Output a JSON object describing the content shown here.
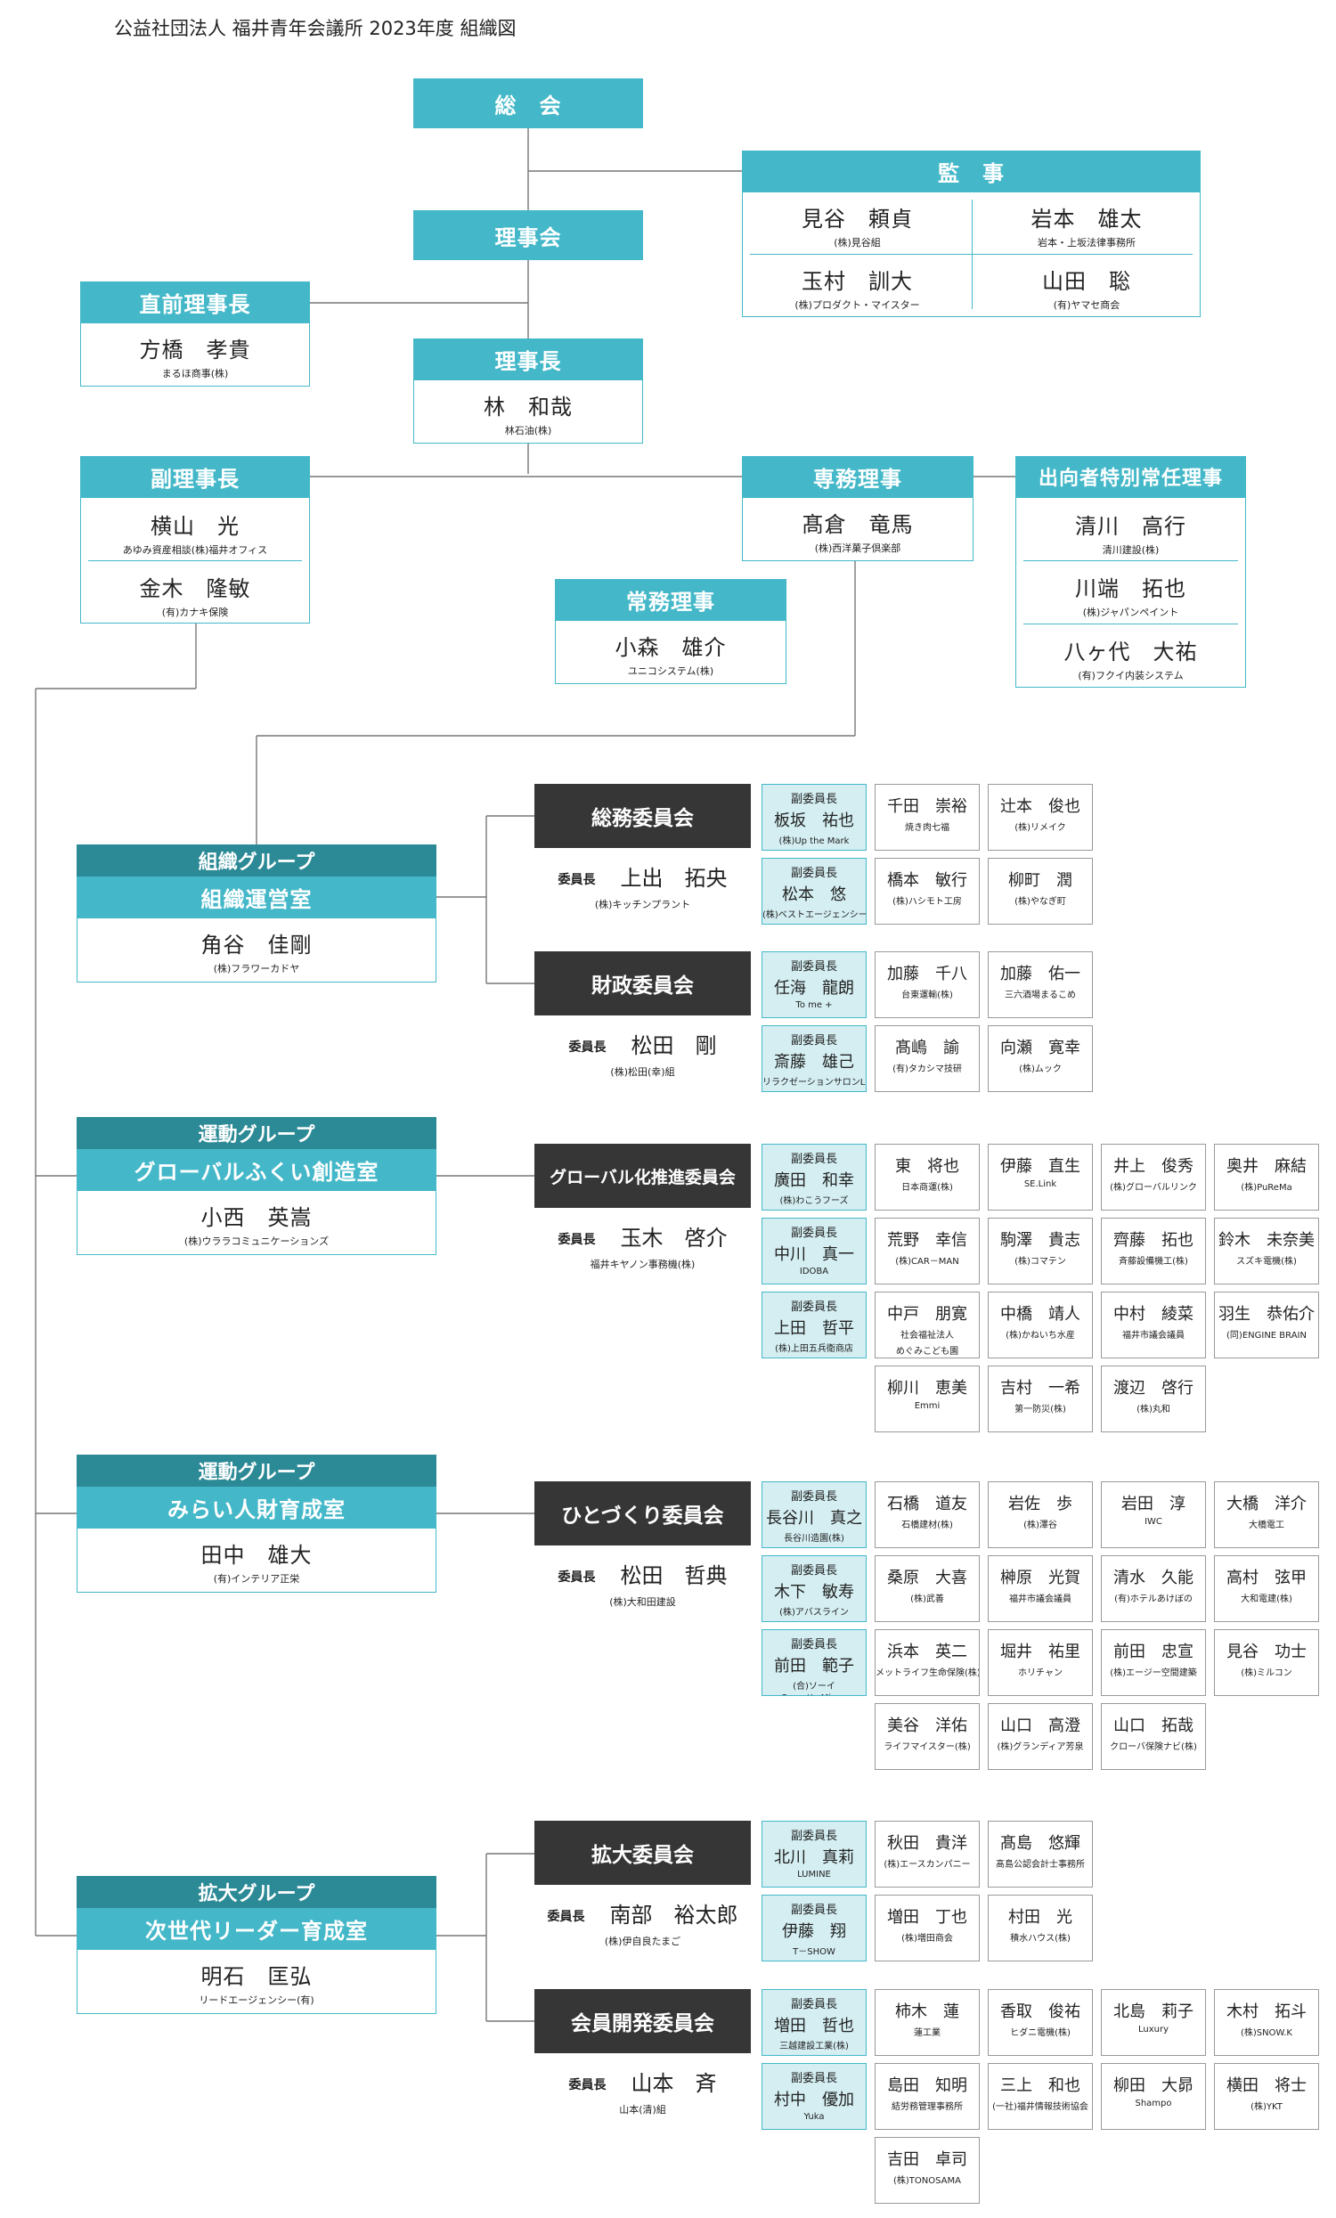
{
  "title": "公益社団法人 福井青年会議所 2023年度 組織図",
  "soukai": "総　会",
  "rijikai": "理事会",
  "kansa": {
    "label": "監　事",
    "members": [
      {
        "name": "見谷　頼貞",
        "company": "(株)見谷組"
      },
      {
        "name": "岩本　雄太",
        "company": "岩本・上坂法律事務所"
      },
      {
        "name": "玉村　訓大",
        "company": "(株)プロダクト・マイスター"
      },
      {
        "name": "山田　聡",
        "company": "(有)ヤマセ商会"
      }
    ]
  },
  "chokuzen": {
    "label": "直前理事長",
    "name": "方橋　孝貴",
    "company": "まるほ商事(株)"
  },
  "rijicho": {
    "label": "理事長",
    "name": "林　和哉",
    "company": "林石油(株)"
  },
  "fuku": {
    "label": "副理事長",
    "members": [
      {
        "name": "横山　光",
        "company": "あゆみ資産相談(株)福井オフィス"
      },
      {
        "name": "金木　隆敏",
        "company": "(有)カナキ保険"
      }
    ]
  },
  "senmu": {
    "label": "専務理事",
    "name": "髙倉　竜馬",
    "company": "(株)西洋菓子倶楽部"
  },
  "shukko": {
    "label": "出向者特別常任理事",
    "members": [
      {
        "name": "清川　高行",
        "company": "清川建設(株)"
      },
      {
        "name": "川端　拓也",
        "company": "(株)ジャパンペイント"
      },
      {
        "name": "八ヶ代　大祐",
        "company": "(有)フクイ内装システム"
      }
    ]
  },
  "jomu": {
    "label": "常務理事",
    "name": "小森　雄介",
    "company": "ユニコシステム(株)"
  },
  "chair_label": "委員長",
  "vice_label": "副委員長",
  "groups": [
    {
      "group": "組織グループ",
      "room": "組織運営室",
      "name": "角谷　佳剛",
      "company": "(株)フラワーカドヤ"
    },
    {
      "group": "運動グループ",
      "room": "グローバルふくい創造室",
      "name": "小西　英嵩",
      "company": "(株)ウララコミュニケーションズ"
    },
    {
      "group": "運動グループ",
      "room": "みらい人財育成室",
      "name": "田中　雄大",
      "company": "(有)インテリア正栄"
    },
    {
      "group": "拡大グループ",
      "room": "次世代リーダー育成室",
      "name": "明石　匡弘",
      "company": "リードエージェンシー(有)"
    }
  ],
  "committees": [
    {
      "title": "総務委員会",
      "chair": "上出　拓央",
      "chair_company": "(株)キッチンプラント",
      "vices": [
        {
          "name": "板坂　祐也",
          "company": "(株)Up the Mark"
        },
        {
          "name": "松本　悠",
          "company": "(株)ベストエージェンシー"
        }
      ],
      "members": [
        {
          "name": "千田　崇裕",
          "company": "焼き肉七福"
        },
        {
          "name": "辻本　俊也",
          "company": "(株)リメイク"
        },
        {
          "name": "橋本　敏行",
          "company": "(株)ハシモト工房"
        },
        {
          "name": "柳町　潤",
          "company": "(株)やなぎ町"
        }
      ]
    },
    {
      "title": "財政委員会",
      "chair": "松田　剛",
      "chair_company": "(株)松田(幸)組",
      "vices": [
        {
          "name": "任海　龍朗",
          "company": "To me +"
        },
        {
          "name": "斎藤　雄己",
          "company": "リラクゼーションサロンLAXA"
        }
      ],
      "members": [
        {
          "name": "加藤　千八",
          "company": "台東運輸(株)"
        },
        {
          "name": "加藤　佑一",
          "company": "三六酒場まるこめ"
        },
        {
          "name": "髙嶋　諭",
          "company": "(有)タカシマ技研"
        },
        {
          "name": "向瀬　寛幸",
          "company": "(株)ムック"
        }
      ]
    },
    {
      "title": "グローバル化推進委員会",
      "chair": "玉木　啓介",
      "chair_company": "福井キヤノン事務機(株)",
      "vices": [
        {
          "name": "廣田　和幸",
          "company": "(株)わこうフーズ"
        },
        {
          "name": "中川　真一",
          "company": "IDOBA"
        },
        {
          "name": "上田　哲平",
          "company": "(株)上田五兵衛商店"
        }
      ],
      "members": [
        {
          "name": "東　将也",
          "company": "日本商運(株)"
        },
        {
          "name": "伊藤　直生",
          "company": "SE.Link"
        },
        {
          "name": "井上　俊秀",
          "company": "(株)グローバルリンク"
        },
        {
          "name": "奥井　麻結",
          "company": "(株)PuReMa"
        },
        {
          "name": "荒野　幸信",
          "company": "(株)CAR－MAN"
        },
        {
          "name": "駒澤　貴志",
          "company": "(株)コマテン"
        },
        {
          "name": "齊藤　拓也",
          "company": "斉藤設備機工(株)"
        },
        {
          "name": "鈴木　未奈美",
          "company": "スズキ電機(株)"
        },
        {
          "name": "中戸　朋寛",
          "company": "社会福祉法人",
          "company2": "めぐみこども園"
        },
        {
          "name": "中橋　靖人",
          "company": "(株)かねいち水産"
        },
        {
          "name": "中村　綾菜",
          "company": "福井市議会議員"
        },
        {
          "name": "羽生　恭佑介",
          "company": "(同)ENGINE BRAIN"
        },
        {
          "name": "柳川　恵美",
          "company": "Emmi"
        },
        {
          "name": "吉村　一希",
          "company": "第一防災(株)"
        },
        {
          "name": "渡辺　啓行",
          "company": "(株)丸和"
        }
      ]
    },
    {
      "title": "ひとづくり委員会",
      "chair": "松田　哲典",
      "chair_company": "(株)大和田建設",
      "vices": [
        {
          "name": "長谷川　真之",
          "company": "長谷川造園(株)"
        },
        {
          "name": "木下　敏寿",
          "company": "(株)アバスライン"
        },
        {
          "name": "前田　範子",
          "company": "(合)ソーイ",
          "company2": "CarnetLaMieux"
        }
      ],
      "members": [
        {
          "name": "石橋　道友",
          "company": "石橋建材(株)"
        },
        {
          "name": "岩佐　歩",
          "company": "(株)澤谷"
        },
        {
          "name": "岩田　淳",
          "company": "IWC"
        },
        {
          "name": "大橋　洋介",
          "company": "大橋電工"
        },
        {
          "name": "桑原　大喜",
          "company": "(株)武善"
        },
        {
          "name": "榊原　光賀",
          "company": "福井市議会議員"
        },
        {
          "name": "清水　久能",
          "company": "(有)ホテルあけぼの"
        },
        {
          "name": "高村　弦甲",
          "company": "大和電建(株)"
        },
        {
          "name": "浜本　英二",
          "company": "メットライフ生命保険(株)"
        },
        {
          "name": "堀井　祐里",
          "company": "ホリチャン"
        },
        {
          "name": "前田　忠宣",
          "company": "(株)エージー空間建築"
        },
        {
          "name": "見谷　功士",
          "company": "(株)ミルコン"
        },
        {
          "name": "美谷　洋佑",
          "company": "ライフマイスター(株)"
        },
        {
          "name": "山口　高澄",
          "company": "(株)グランディア芳泉"
        },
        {
          "name": "山口　拓哉",
          "company": "クローバ保険ナビ(株)"
        }
      ]
    },
    {
      "title": "拡大委員会",
      "chair": "南部　裕太郎",
      "chair_company": "(株)伊自良たまご",
      "vices": [
        {
          "name": "北川　真莉",
          "company": "LUMINE"
        },
        {
          "name": "伊藤　翔",
          "company": "T－SHOW"
        }
      ],
      "members": [
        {
          "name": "秋田　貴洋",
          "company": "(株)エースカンパニー"
        },
        {
          "name": "髙島　悠輝",
          "company": "髙島公認会計士事務所"
        },
        {
          "name": "増田　丁也",
          "company": "(株)増田商会"
        },
        {
          "name": "村田　光",
          "company": "積水ハウス(株)"
        }
      ]
    },
    {
      "title": "会員開発委員会",
      "chair": "山本　斉",
      "chair_company": "山本(清)組",
      "vices": [
        {
          "name": "増田　哲也",
          "company": "三越建設工業(株)"
        },
        {
          "name": "村中　優加",
          "company": "Yuka"
        }
      ],
      "members": [
        {
          "name": "柿木　蓮",
          "company": "蓮工業"
        },
        {
          "name": "香取　俊祐",
          "company": "ヒダニ電機(株)"
        },
        {
          "name": "北島　莉子",
          "company": "Luxury"
        },
        {
          "name": "木村　拓斗",
          "company": "(株)SNOW.K"
        },
        {
          "name": "島田　知明",
          "company": "結労務管理事務所"
        },
        {
          "name": "三上　和也",
          "company": "(一社)福井情報技術協会"
        },
        {
          "name": "柳田　大昴",
          "company": "Shampo"
        },
        {
          "name": "横田　将士",
          "company": "(株)YKT"
        },
        {
          "name": "吉田　卓司",
          "company": "(株)TONOSAMA"
        }
      ]
    }
  ]
}
